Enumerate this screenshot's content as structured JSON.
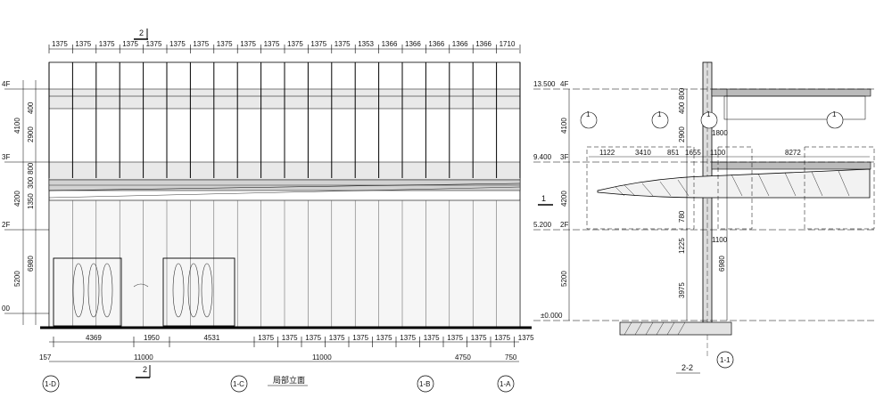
{
  "left_elevation": {
    "title": "局部立面",
    "section_mark_top": "2",
    "section_mark_bottom": "2",
    "top_dims": [
      "1375",
      "1375",
      "1375",
      "1375",
      "1375",
      "1375",
      "1375",
      "1375",
      "1375",
      "1375",
      "1375",
      "1375",
      "1375",
      "1353",
      "1366",
      "1366",
      "1366",
      "1366",
      "1366",
      "1710"
    ],
    "level_labels": [
      "4F",
      "3F",
      "2F",
      "00"
    ],
    "vertical_dims": [
      "4100",
      "2900",
      "400",
      "800",
      "300",
      "4200",
      "1350",
      "6980",
      "5200"
    ],
    "bottom_dims_row1": [
      "4369",
      "1950",
      "4531",
      "1375",
      "1375",
      "1375",
      "1375",
      "1375",
      "1375",
      "1375",
      "1375",
      "1375",
      "1375",
      "1375",
      "1375"
    ],
    "bottom_dims_row2": [
      "157",
      "11000",
      "11000",
      "4750",
      "750"
    ],
    "axis_labels": [
      "1-D",
      "1-C",
      "1-B",
      "1-A"
    ]
  },
  "right_section": {
    "title": "2-2",
    "cut_mark": "1",
    "levels": [
      "13.500",
      "4F",
      "9.400",
      "3F",
      "5.200",
      "2F",
      "±0.000"
    ],
    "vertical_dims": [
      "4100",
      "2900",
      "400",
      "800",
      "4200",
      "780",
      "1225",
      "3975",
      "5200",
      "6980"
    ],
    "top_dims": [
      "1122",
      "3410",
      "851",
      "1655",
      "1100",
      "8272",
      "1800",
      "1100"
    ],
    "callouts": [
      "1",
      "1",
      "1",
      "1"
    ],
    "axis_label": "1-1"
  }
}
